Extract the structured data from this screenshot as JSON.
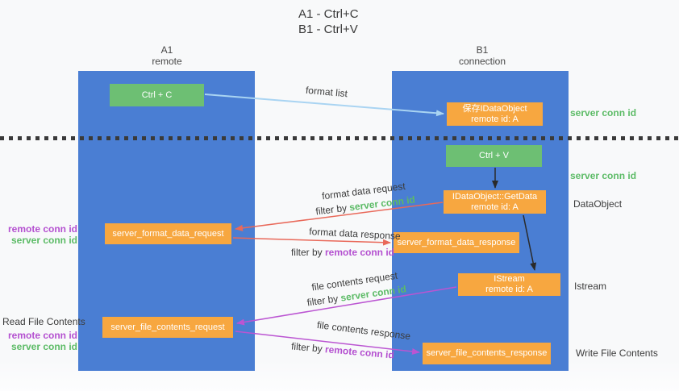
{
  "title": {
    "line1": "A1 - Ctrl+C",
    "line2": "B1 - Ctrl+V"
  },
  "columns": {
    "a1": {
      "name": "A1",
      "subtitle": "remote"
    },
    "b1": {
      "name": "B1",
      "subtitle": "connection"
    }
  },
  "nodes": {
    "ctrl_c": {
      "label": "Ctrl + C"
    },
    "ctrl_v": {
      "label": "Ctrl + V"
    },
    "save_dataobject": {
      "line1": "保存IDataObject",
      "line2": "remote id: A"
    },
    "getdata": {
      "line1": "IDataObject::GetData",
      "line2": "remote id: A"
    },
    "istream": {
      "line1": "IStream",
      "line2": "remote id: A"
    },
    "format_request": {
      "label": "server_format_data_request"
    },
    "format_response": {
      "label": "server_format_data_response"
    },
    "file_request": {
      "label": "server_file_contents_request"
    },
    "file_response": {
      "label": "server_file_contents_response"
    }
  },
  "arrow_labels": {
    "format_list": "format list",
    "format_data_request": "format data request",
    "format_data_response": "format data response",
    "file_contents_request": "file contents request",
    "file_contents_response": "file contents response",
    "filter_by": "filter by",
    "server_conn_id": "server conn id",
    "remote_conn_id": "remote conn id"
  },
  "annotations": {
    "right_server_conn_id_top": "server conn id",
    "right_server_conn_id_mid": "server conn id",
    "dataobject": "DataObject",
    "istream": "Istream",
    "write_file_contents": "Write File Contents",
    "read_file_contents": "Read File Contents",
    "left_remote_conn_id_top": "remote conn id",
    "left_server_conn_id_top": "server conn id",
    "left_remote_conn_id_bottom": "remote conn id",
    "left_server_conn_id_bottom": "server conn id"
  },
  "colors": {
    "lane_blue": "#4a7ed3",
    "box_green": "#6dbf73",
    "box_orange": "#f7a740",
    "arrow_light_blue": "#a9d4f2",
    "arrow_red": "#e9695a",
    "arrow_purple": "#bb55d2",
    "arrow_black": "#2a2a2a",
    "text_green": "#5cbb66",
    "text_purple": "#b450d0",
    "text_dark": "#3c3c3c"
  }
}
